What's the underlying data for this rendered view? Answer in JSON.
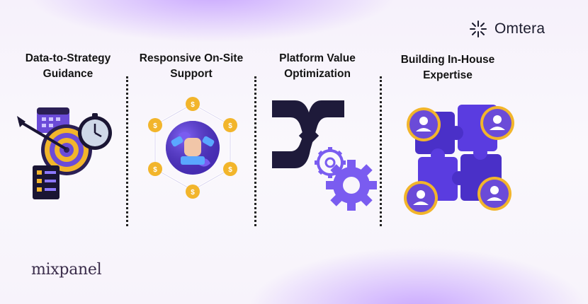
{
  "brand": {
    "name": "Omtera",
    "icon": "sparkle-icon"
  },
  "columns": [
    {
      "title_line1": "Data-to-Strategy",
      "title_line2": "Guidance",
      "icon": "target-strategy-icon"
    },
    {
      "title_line1": "Responsive On-Site",
      "title_line2": "Support",
      "icon": "globe-support-icon"
    },
    {
      "title_line1": "Platform Value",
      "title_line2": "Optimization",
      "icon": "platform-gear-icon"
    },
    {
      "title_line1": "Building In-House",
      "title_line2": "Expertise",
      "icon": "puzzle-team-icon"
    }
  ],
  "footer": {
    "logo_text": "mixpanel"
  },
  "colors": {
    "accent_purple": "#6b4bd8",
    "gold": "#f2b52b",
    "dark": "#1a1533"
  }
}
